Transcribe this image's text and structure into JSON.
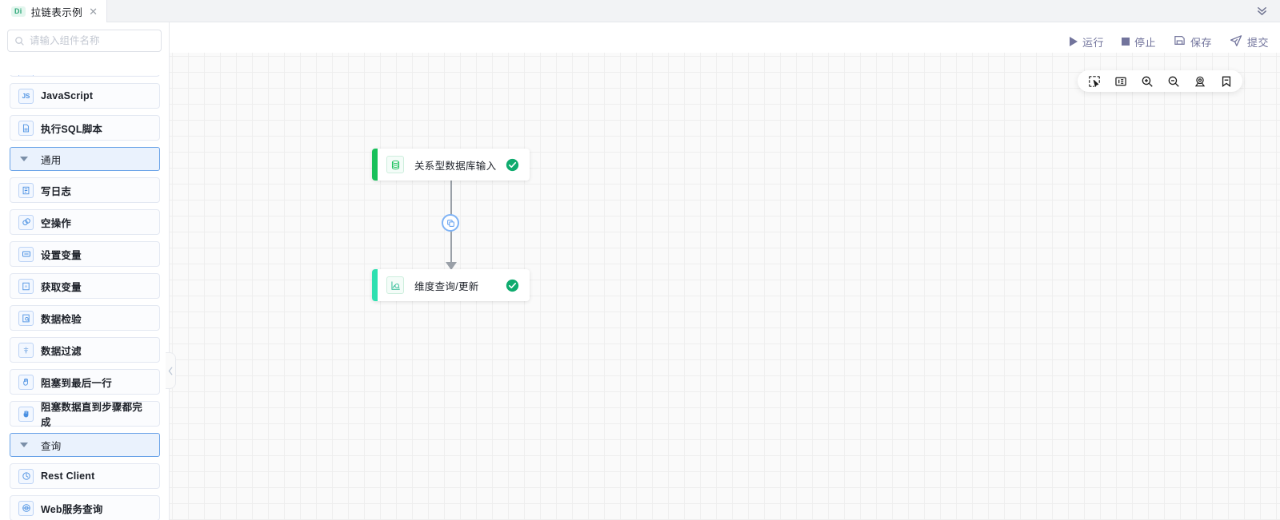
{
  "tab": {
    "badge": "Di",
    "title": "拉链表示例",
    "close_icon": "close-icon",
    "collapse_icon": "double-chevron-down-icon"
  },
  "search": {
    "placeholder": "请输入组件名称",
    "value": "",
    "icon": "search-icon"
  },
  "palette": {
    "items": [
      {
        "label": "",
        "icon": "component-icon",
        "type": "item",
        "clipped": true
      },
      {
        "label": "JavaScript",
        "icon": "js-icon",
        "type": "item",
        "en": true
      },
      {
        "label": "执行SQL脚本",
        "icon": "sql-script-icon",
        "type": "item"
      },
      {
        "label": "通用",
        "icon": "caret-down-icon",
        "type": "group"
      },
      {
        "label": "写日志",
        "icon": "log-icon",
        "type": "item"
      },
      {
        "label": "空操作",
        "icon": "noop-icon",
        "type": "item"
      },
      {
        "label": "设置变量",
        "icon": "set-variable-icon",
        "type": "item"
      },
      {
        "label": "获取变量",
        "icon": "get-variable-icon",
        "type": "item"
      },
      {
        "label": "数据检验",
        "icon": "data-validate-icon",
        "type": "item"
      },
      {
        "label": "数据过滤",
        "icon": "data-filter-icon",
        "type": "item"
      },
      {
        "label": "阻塞到最后一行",
        "icon": "block-last-row-icon",
        "type": "item"
      },
      {
        "label": "阻塞数据直到步骤都完成",
        "icon": "block-until-done-icon",
        "type": "item"
      },
      {
        "label": "查询",
        "icon": "caret-down-icon",
        "type": "group"
      },
      {
        "label": "Rest Client",
        "icon": "rest-client-icon",
        "type": "item",
        "en": true
      },
      {
        "label": "Web服务查询",
        "icon": "web-service-icon",
        "type": "item"
      }
    ]
  },
  "actions": [
    {
      "label": "运行",
      "icon": "play-icon"
    },
    {
      "label": "停止",
      "icon": "stop-icon"
    },
    {
      "label": "保存",
      "icon": "save-icon"
    },
    {
      "label": "提交",
      "icon": "submit-icon"
    }
  ],
  "canvas_toolbar": [
    {
      "icon": "select-box-icon",
      "title": "框选"
    },
    {
      "icon": "fit-view-icon",
      "title": "适应画布"
    },
    {
      "icon": "zoom-in-icon",
      "title": "放大"
    },
    {
      "icon": "zoom-out-icon",
      "title": "缩小"
    },
    {
      "icon": "locate-icon",
      "title": "定位"
    },
    {
      "icon": "bookmark-icon",
      "title": "书签"
    }
  ],
  "graph": {
    "nodes": [
      {
        "id": "node-1",
        "label": "关系型数据库输入",
        "icon": "database-icon",
        "accent": "#18c05a",
        "status": "success",
        "status_icon": "check-circle-icon"
      },
      {
        "id": "node-2",
        "label": "维度查询/更新",
        "icon": "dimension-lookup-icon",
        "accent": "#2ee0b0",
        "status": "success",
        "status_icon": "check-circle-icon"
      }
    ],
    "edge": {
      "from": "node-1",
      "to": "node-2",
      "badge_icon": "copy-icon",
      "color": "#9aa0a8"
    }
  },
  "sidebar_collapse": {
    "icon": "chevron-left-icon"
  },
  "colors": {
    "accent_blue": "#4a7ddb",
    "node_green": "#18c05a",
    "node_teal": "#2ee0b0",
    "status_green": "#0fab6e",
    "toolbar_text": "#72749c",
    "grid": "#eeeeee",
    "canvas_bg": "#fafafa"
  }
}
